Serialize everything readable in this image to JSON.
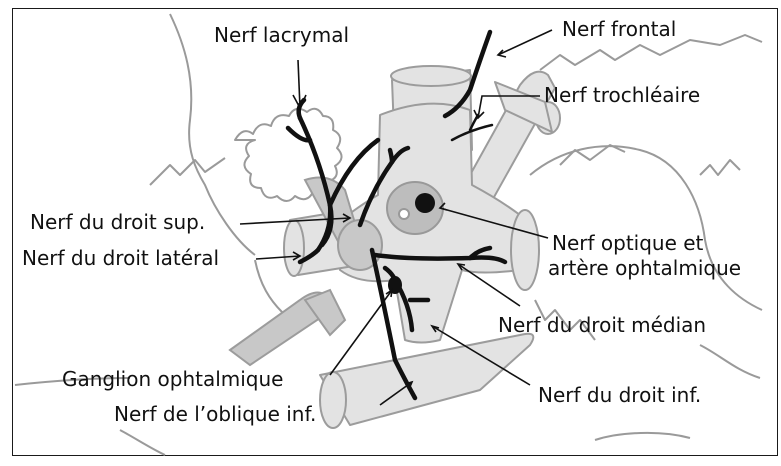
{
  "labels": {
    "lacrimal": "Nerf lacrymal",
    "frontal": "Nerf frontal",
    "trochlear": "Nerf trochléaire",
    "superior_rectus": "Nerf du droit sup.",
    "lateral_rectus": "Nerf du droit latéral",
    "optic": "Nerf optique et",
    "optic_line2": "artère ophtalmique",
    "medial_rectus": "Nerf du droit médian",
    "ciliary_ganglion": "Ganglion ophtalmique",
    "inferior_oblique": "Nerf de l’oblique inf.",
    "inferior_rectus": "Nerf du droit inf."
  }
}
